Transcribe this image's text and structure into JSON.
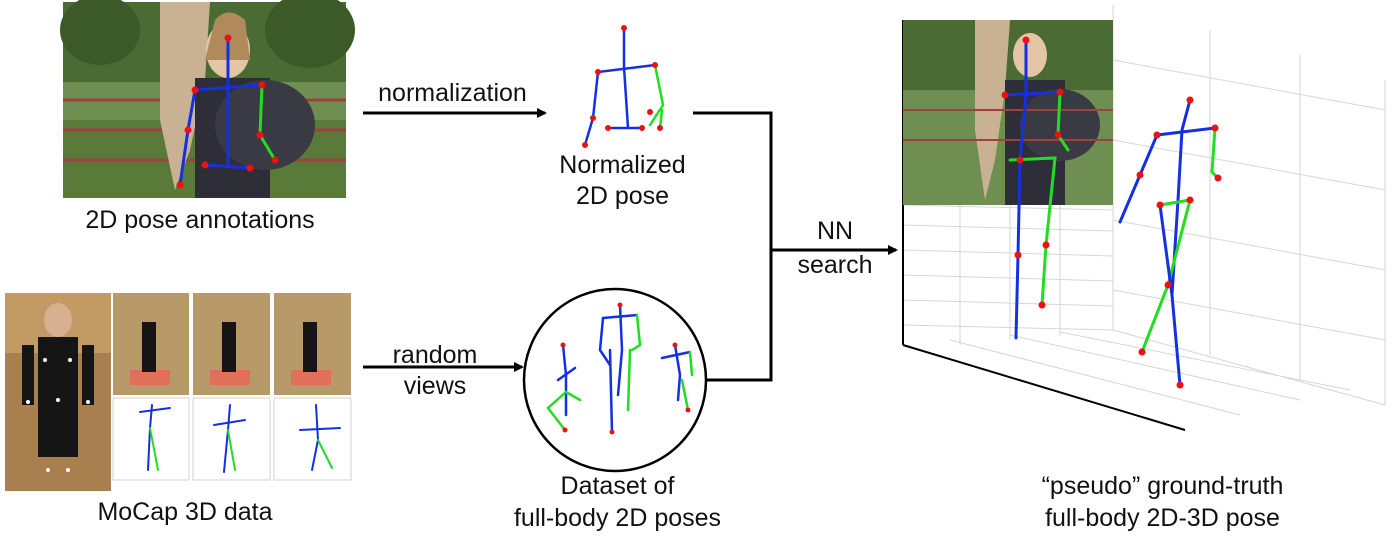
{
  "labels": {
    "pose_annotations": "2D pose annotations",
    "normalization": "normalization",
    "normalized_line1": "Normalized",
    "normalized_line2": "2D pose",
    "nn_line1": "NN",
    "nn_line2": "search",
    "random_line1": "random",
    "random_line2": "views",
    "dataset_line1": "Dataset of",
    "dataset_line2": "full-body 2D poses",
    "mocap": "MoCap 3D data",
    "pseudo_line1": "“pseudo” ground-truth",
    "pseudo_line2": "full-body 2D-3D pose"
  },
  "colors": {
    "limb_blue": "#1530e0",
    "limb_green": "#22dd22",
    "joint_red": "#ee1111",
    "arrow": "#000000",
    "grid": "#cfcfcf",
    "photo_grass": "#5a7a3a",
    "photo_trees": "#3c5a28",
    "lab_wall": "#b89a6a"
  }
}
